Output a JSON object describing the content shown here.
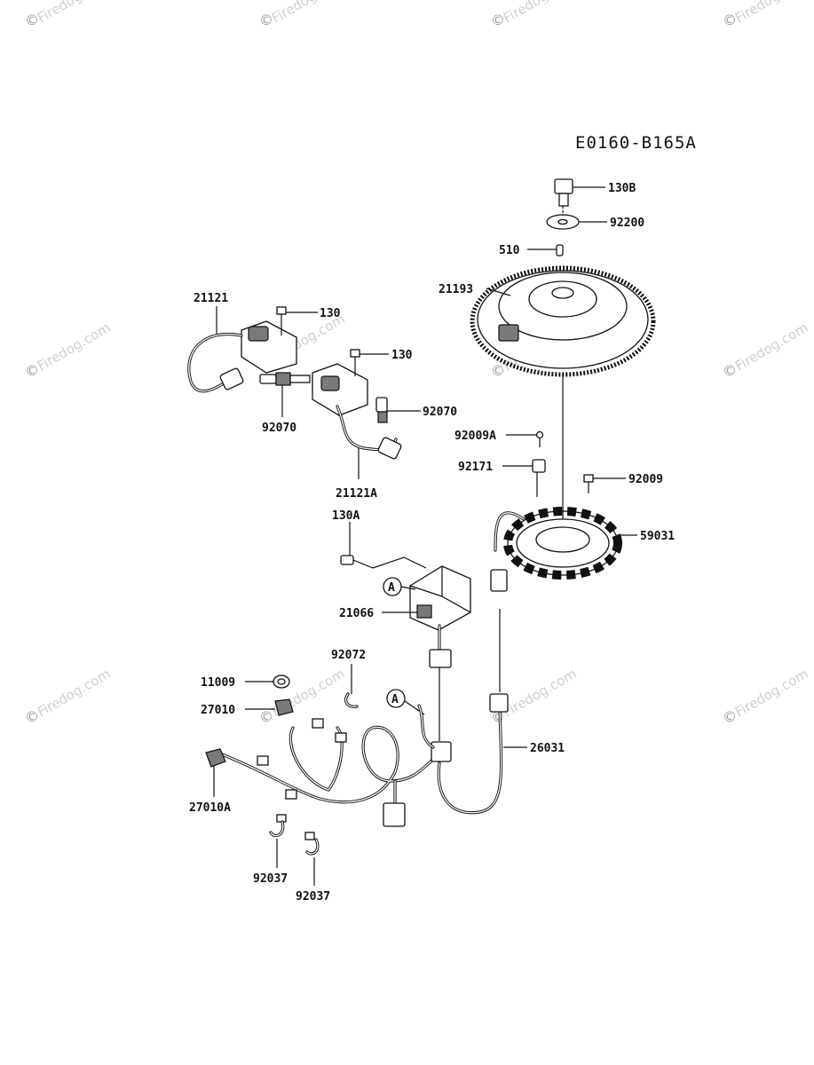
{
  "diagram_code": "E0160-B165A",
  "watermark": "Firedog.com",
  "watermark_copyright": "©",
  "callout_letter": "A",
  "labels": {
    "p130B": "130B",
    "p92200": "92200",
    "p510": "510",
    "p21193": "21193",
    "p21121": "21121",
    "p130_top": "130",
    "p130_mid": "130",
    "p92070_left": "92070",
    "p92070_right": "92070",
    "p21121A": "21121A",
    "p92009A": "92009A",
    "p92171": "92171",
    "p92009": "92009",
    "p59031": "59031",
    "p130A": "130A",
    "p21066": "21066",
    "p92072": "92072",
    "p11009": "11009",
    "p27010": "27010",
    "p26031": "26031",
    "p27010A": "27010A",
    "p92037_left": "92037",
    "p92037_right": "92037"
  }
}
